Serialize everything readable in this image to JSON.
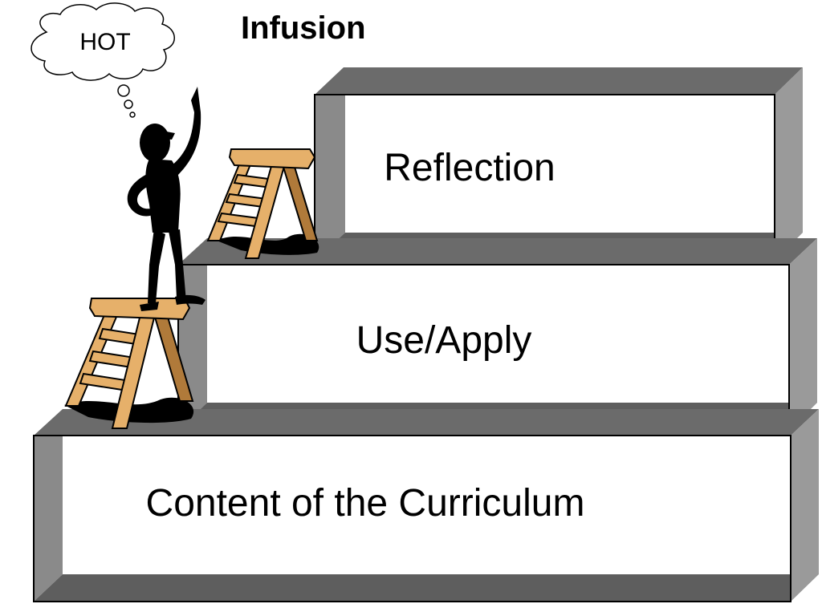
{
  "title": "Infusion",
  "thought_bubble": {
    "text": "HOT"
  },
  "tiers": [
    {
      "label": "Content of the Curriculum"
    },
    {
      "label": "Use/Apply"
    },
    {
      "label": "Reflection"
    }
  ],
  "illustration": {
    "figure": "thinking-person-icon",
    "ladders": [
      "stepladder-icon",
      "stepladder-icon"
    ]
  },
  "colors": {
    "frame_top": "#6b6b6b",
    "frame_side": "#8a8a8a",
    "frame_bottom": "#5e5e5e",
    "face": "#ffffff",
    "ladder_wood": "#e6b06a",
    "ladder_shadow": "#b07a3a",
    "ink": "#000000"
  }
}
